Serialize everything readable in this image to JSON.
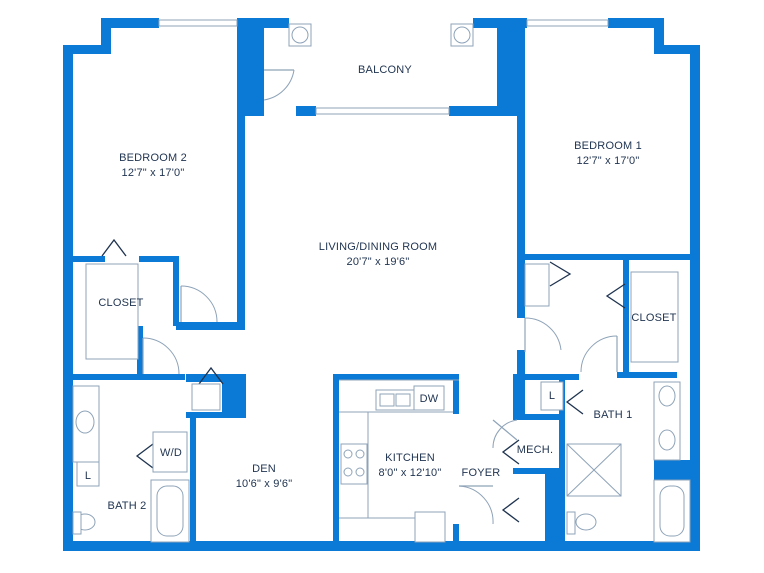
{
  "colors": {
    "wall": "#0a7ad6",
    "fixture_line": "#8ea3b8",
    "text": "#1f3350"
  },
  "rooms": {
    "balcony": {
      "name": "BALCONY"
    },
    "bedroom2": {
      "name": "BEDROOM 2",
      "size": "12'7\" x 17'0\""
    },
    "bedroom1": {
      "name": "BEDROOM 1",
      "size": "12'7\" x 17'0\""
    },
    "living": {
      "name": "LIVING/DINING ROOM",
      "size": "20'7\" x 19'6\""
    },
    "closet_left": {
      "name": "CLOSET"
    },
    "closet_right": {
      "name": "CLOSET"
    },
    "dw": {
      "name": "DW"
    },
    "wd": {
      "name": "W/D"
    },
    "linen_left": {
      "name": "L"
    },
    "linen_right": {
      "name": "L"
    },
    "bath1": {
      "name": "BATH 1"
    },
    "bath2": {
      "name": "BATH 2"
    },
    "mech": {
      "name": "MECH."
    },
    "kitchen": {
      "name": "KITCHEN",
      "size": "8'0\" x 12'10\""
    },
    "den": {
      "name": "DEN",
      "size": "10'6\" x 9'6\""
    },
    "foyer": {
      "name": "FOYER"
    }
  }
}
